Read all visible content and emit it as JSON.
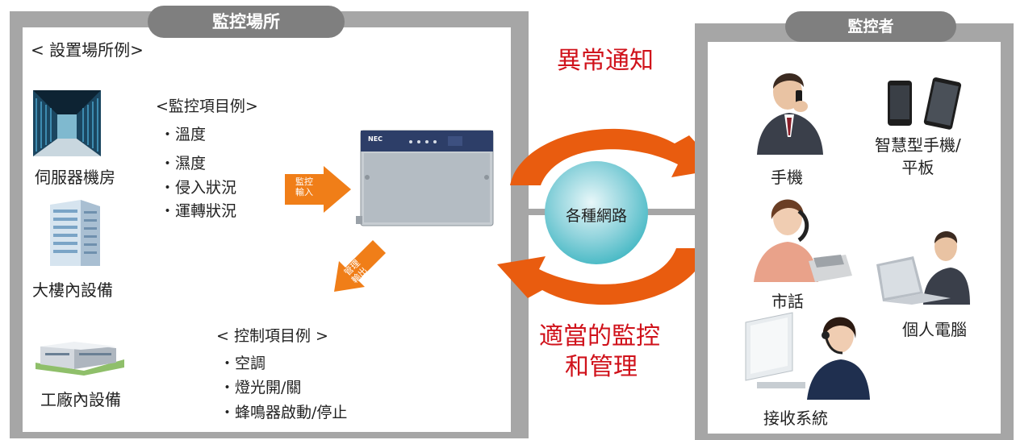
{
  "colors": {
    "panel_border": "#a6a6a6",
    "tab": "#7f7f7f",
    "arrow": "#e95c0f",
    "alert_red": "#d0121b",
    "network_teal": "#3fb6c2"
  },
  "left_panel": {
    "tab_label": "監控場所",
    "example_heading": "< 設置場所例>",
    "locations": [
      {
        "label": "伺服器機房",
        "icon": "server-room-photo"
      },
      {
        "label": "大樓內設備",
        "icon": "office-building-icon"
      },
      {
        "label": "工廠內設備",
        "icon": "factory-icon"
      }
    ],
    "monitor_heading": "<監控項目例>",
    "monitor_items": [
      "・溫度",
      "・濕度",
      "・侵入狀況",
      "・運轉狀況"
    ],
    "monitor_input_label": "監控\n輸入",
    "control_output_label": "管理\n輸出",
    "device_brand": "NEC",
    "control_heading": "< 控制項目例 >",
    "control_items": [
      "・空調",
      "・燈光開/關",
      "・蜂鳴器啟動/停止"
    ]
  },
  "center": {
    "alert_label": "異常通知",
    "network_label": "各種網路",
    "bottom_label_line1": "適當的監控",
    "bottom_label_line2": "和管理"
  },
  "right_panel": {
    "tab_label": "監控者",
    "receivers": [
      {
        "label": "手機",
        "icon": "mobile-phone-user-icon"
      },
      {
        "label": "智慧型手機/\n平板",
        "icon": "smartphone-tablet-icon"
      },
      {
        "label": "市話",
        "icon": "landline-user-icon"
      },
      {
        "label": "個人電腦",
        "icon": "pc-user-icon"
      },
      {
        "label": "接收系統",
        "icon": "receiving-system-operator-icon"
      }
    ]
  }
}
